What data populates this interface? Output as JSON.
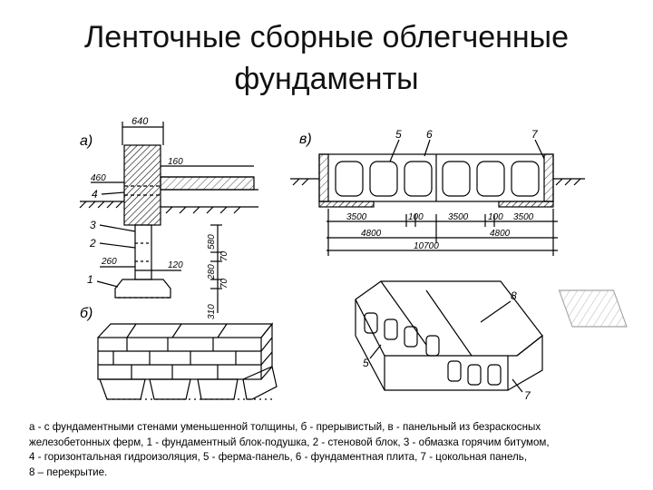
{
  "slide": {
    "title_line1": "Ленточные сборные облегченные",
    "title_line2": "фундаменты"
  },
  "figure": {
    "panel_labels": {
      "a": "а)",
      "b": "б)",
      "v": "в)"
    },
    "dims_a": {
      "top_width": "640",
      "d160": "160",
      "d460": "460",
      "d580": "580",
      "d70_1": "70",
      "d120": "120",
      "d260": "260",
      "d280": "280",
      "d70_2": "70",
      "d310": "310"
    },
    "callouts_a": [
      "4",
      "3",
      "2",
      "1"
    ],
    "dims_v": {
      "d3500_1": "3500",
      "d100_1": "100",
      "d3500_2": "3500",
      "d100_2": "100",
      "d3500_3": "3500",
      "d4800_1": "4800",
      "d4800_2": "4800",
      "d10700": "10700"
    },
    "callouts_v": [
      "5",
      "6",
      "7"
    ],
    "callouts_panel": [
      "8",
      "5",
      "7"
    ]
  },
  "caption": {
    "line1": "а - с фундаментными стенами уменьшенной толщины, б - прерывистый, в - панельный из безраскосных",
    "line2": "железобетонных ферм, 1 - фундаментный блок-подушка, 2 - стеновой блок, 3 - обмазка горячим битумом,",
    "line3": "4 - горизонтальная гидроизоляция, 5 - ферма-панель, 6 - фундаментная плита, 7 - цокольная панель,",
    "line4": "8 – перекрытие."
  }
}
